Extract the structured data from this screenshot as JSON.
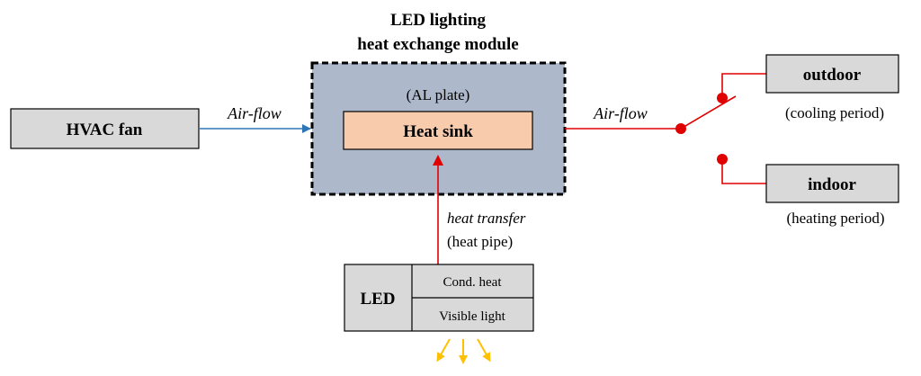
{
  "module": {
    "title_line1": "LED lighting",
    "title_line2": "heat exchange module",
    "plate_label": "(AL plate)",
    "heat_sink_label": "Heat sink"
  },
  "hvac_fan": {
    "label": "HVAC fan"
  },
  "airflow_in": {
    "label": "Air-flow"
  },
  "airflow_out": {
    "label": "Air-flow"
  },
  "heat_transfer": {
    "label_line1": "heat transfer",
    "label_line2": "(heat pipe)"
  },
  "led": {
    "label": "LED",
    "cond_heat": "Cond. heat",
    "visible_light": "Visible light"
  },
  "outdoor": {
    "label": "outdoor",
    "period": "(cooling period)"
  },
  "indoor": {
    "label": "indoor",
    "period": "(heating period)"
  },
  "colors": {
    "box_gray": "#d9d9d9",
    "module_fill": "#adb9ca",
    "heat_sink_fill": "#f8cbad",
    "blue_arrow": "#2e75b6",
    "red_line": "#e00000",
    "light_rays": "#ffc000"
  }
}
